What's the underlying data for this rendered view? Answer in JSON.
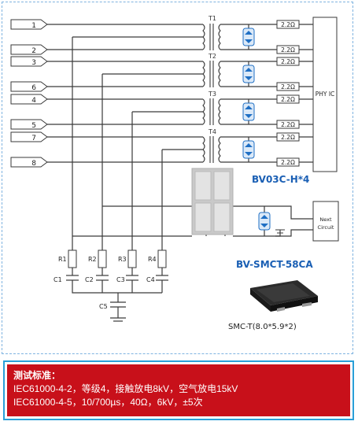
{
  "diagram": {
    "pins": [
      "1",
      "2",
      "3",
      "6",
      "4",
      "5",
      "7",
      "8"
    ],
    "transformers": [
      "T1",
      "T2",
      "T3",
      "T4"
    ],
    "resistors_series": [
      "2.2Ω",
      "2.2Ω",
      "2.2Ω",
      "2.2Ω",
      "2.2Ω",
      "2.2Ω",
      "2.2Ω",
      "2.2Ω"
    ],
    "phy_label": "PHY IC",
    "part_bv03c": "BV03C-H*4",
    "part_smct": "BV-SMCT-58CA",
    "next_circuit_line1": "Next",
    "next_circuit_line2": "Circuit",
    "termination_resistors": [
      "R1",
      "R2",
      "R3",
      "R4"
    ],
    "termination_caps": [
      "C1",
      "C2",
      "C3",
      "C4"
    ],
    "bulk_cap": "C5",
    "package_label": "SMC-T(8.0*5.9*2)",
    "colors": {
      "wire": "#3a3a3a",
      "tvs_blue": "#1f6fc4",
      "label_blue": "#1a5fb4",
      "gray_chip": "#c9c9c9"
    }
  },
  "standard": {
    "title": "测试标准：",
    "line1": "IEC61000-4-2，等级4，接触放电8kV，空气放电15kV",
    "line2": "IEC61000-4-5，10/700µs，40Ω，6kV，±5次"
  }
}
